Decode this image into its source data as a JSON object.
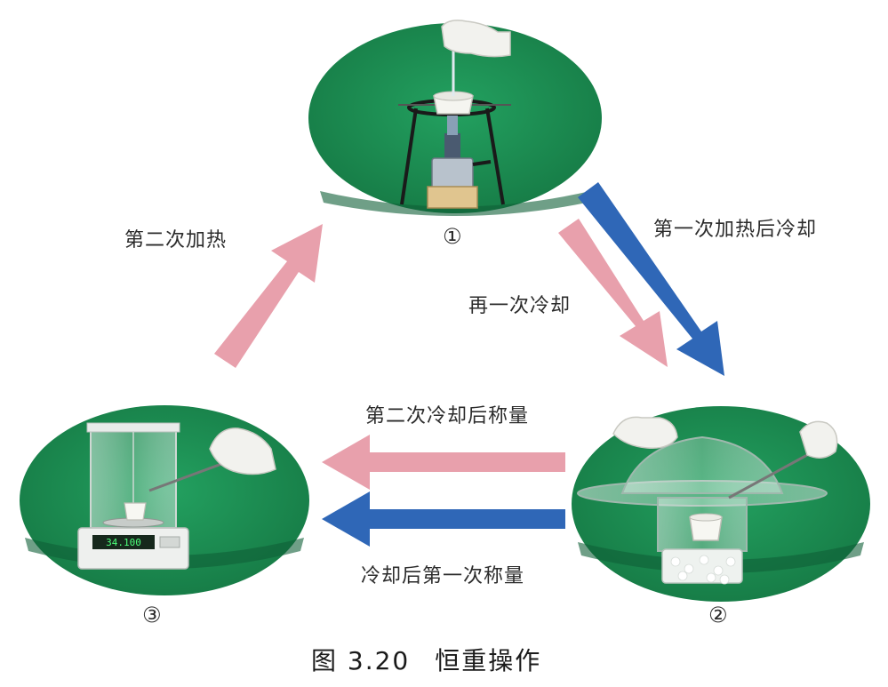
{
  "colors": {
    "green": "#1f8a52",
    "green_dark": "#146b3e",
    "pink_arrow": "#e8a0ac",
    "blue_arrow": "#2f67b7"
  },
  "stations": {
    "one": {
      "number": "①"
    },
    "two": {
      "number": "②"
    },
    "three": {
      "number": "③"
    }
  },
  "balance": {
    "readout": "34.100"
  },
  "arrows": {
    "second_heating": "第二次加热",
    "first_heat_cool": "第一次加热后冷却",
    "cool_again": "再一次冷却",
    "second_cool_weigh": "第二次冷却后称量",
    "cool_first_weigh": "冷却后第一次称量"
  },
  "caption": {
    "figure_no": "图 3.20",
    "title": "恒重操作"
  }
}
